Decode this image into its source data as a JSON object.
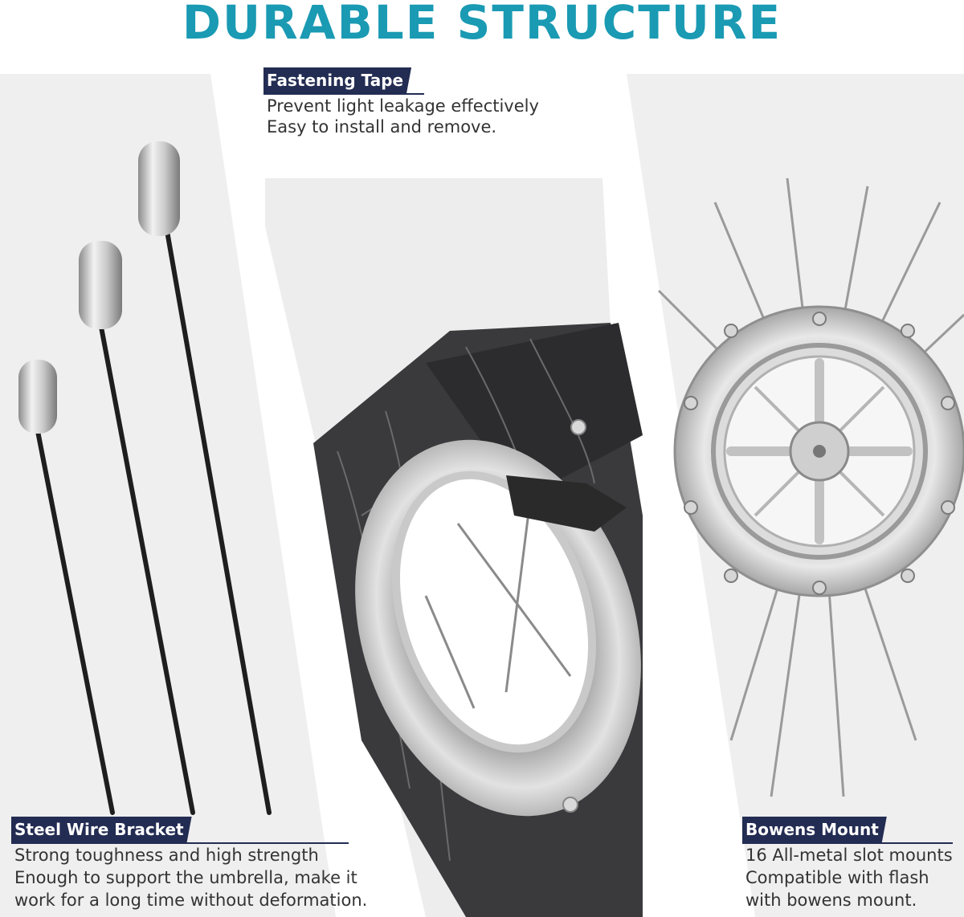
{
  "title": "DURABLE STRUCTURE",
  "features": {
    "fastening_tape": {
      "label": "Fastening Tape",
      "line1": "Prevent light leakage effectively",
      "line2": "Easy to install and remove."
    },
    "steel_wire": {
      "label": "Steel Wire Bracket",
      "line1": "Strong toughness and high strength",
      "line2": "Enough to support the umbrella, make it",
      "line3": "work for a long time without deformation."
    },
    "bowens_mount": {
      "label": "Bowens Mount",
      "line1": "16 All-metal slot mounts",
      "line2": "Compatible with flash",
      "line3": "with bowens mount."
    }
  },
  "colors": {
    "title": "#1a9ab3",
    "badge": "#232c52",
    "panel": "#efefef"
  }
}
